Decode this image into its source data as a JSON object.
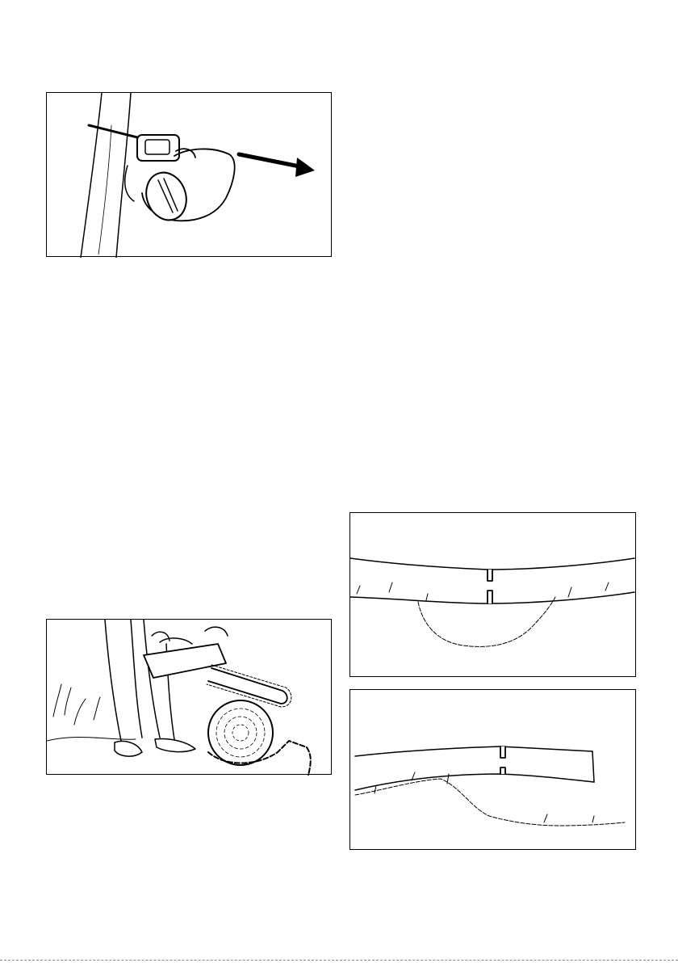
{
  "page": {
    "background": "#ffffff",
    "line_color": "#000000"
  },
  "figures": [
    {
      "id": "fig-top-left",
      "icon": "pull-direction-arrow"
    },
    {
      "id": "fig-bottom-left",
      "icon": "chainsaw-cutting-log"
    },
    {
      "id": "fig-right-upper",
      "icon": "log-over-hollow-cut"
    },
    {
      "id": "fig-right-lower",
      "icon": "log-on-slope-cut"
    }
  ]
}
